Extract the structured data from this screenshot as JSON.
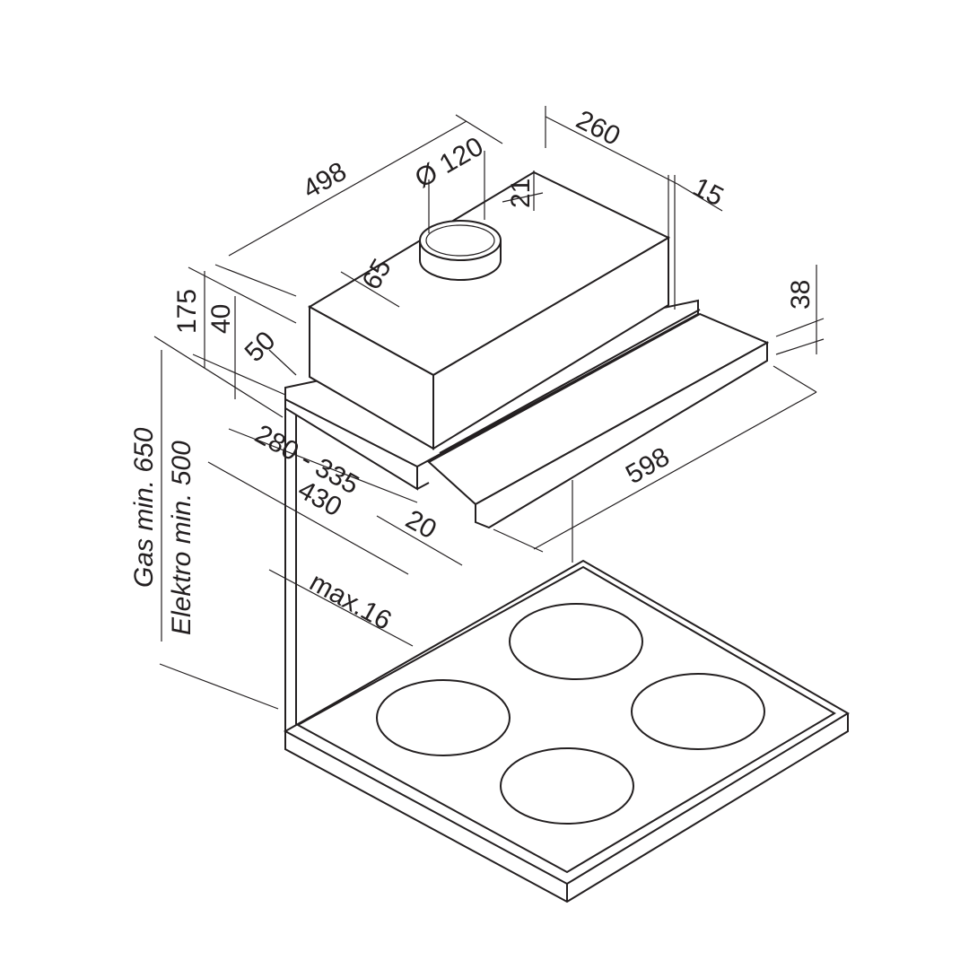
{
  "title": "Telescopic cooker hood dimension drawing",
  "colors": {
    "line": "#231f20",
    "background": "#ffffff"
  },
  "dimensions": {
    "width_depth": "498",
    "duct_diameter": "Ø 120",
    "depth_260": "260",
    "collar_offset": "21",
    "rear_offset": "15",
    "collar_front": "65",
    "height_total": "175",
    "height_40": "40",
    "front_50": "50",
    "front_panel_height": "38",
    "gas_min": "Gas min. 650",
    "elektro_min": "Elektro min. 500",
    "extension_range": "280 - 335",
    "depth_430": "430",
    "dim_20": "20",
    "width_598": "598",
    "max_16": "max.16"
  }
}
